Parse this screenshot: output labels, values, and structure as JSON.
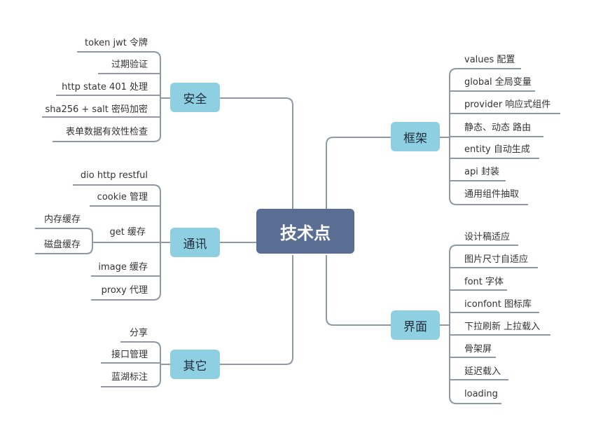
{
  "root": {
    "label": "技术点"
  },
  "branches": {
    "security": {
      "label": "安全",
      "items": [
        "token jwt 令牌",
        "过期验证",
        "http state 401 处理",
        "sha256 + salt 密码加密",
        "表单数据有效性检查"
      ]
    },
    "comm": {
      "label": "通讯",
      "items": [
        "dio http restful",
        "cookie 管理",
        "get 缓存",
        "image 缓存",
        "proxy 代理"
      ],
      "sub_items": [
        "内存缓存",
        "磁盘缓存"
      ]
    },
    "other": {
      "label": "其它",
      "items": [
        "分享",
        "接口管理",
        "蓝湖标注"
      ]
    },
    "framework": {
      "label": "框架",
      "items": [
        "values 配置",
        "global 全局变量",
        "provider 响应式组件",
        "静态、动态 路由",
        "entity 自动生成",
        "api 封装",
        "通用组件抽取"
      ]
    },
    "ui": {
      "label": "界面",
      "items": [
        "设计稿适应",
        "图片尺寸自适应",
        "font 字体",
        "iconfont 图标库",
        "下拉刷新 上拉载入",
        "骨架屏",
        "延迟载入",
        "loading"
      ]
    }
  }
}
